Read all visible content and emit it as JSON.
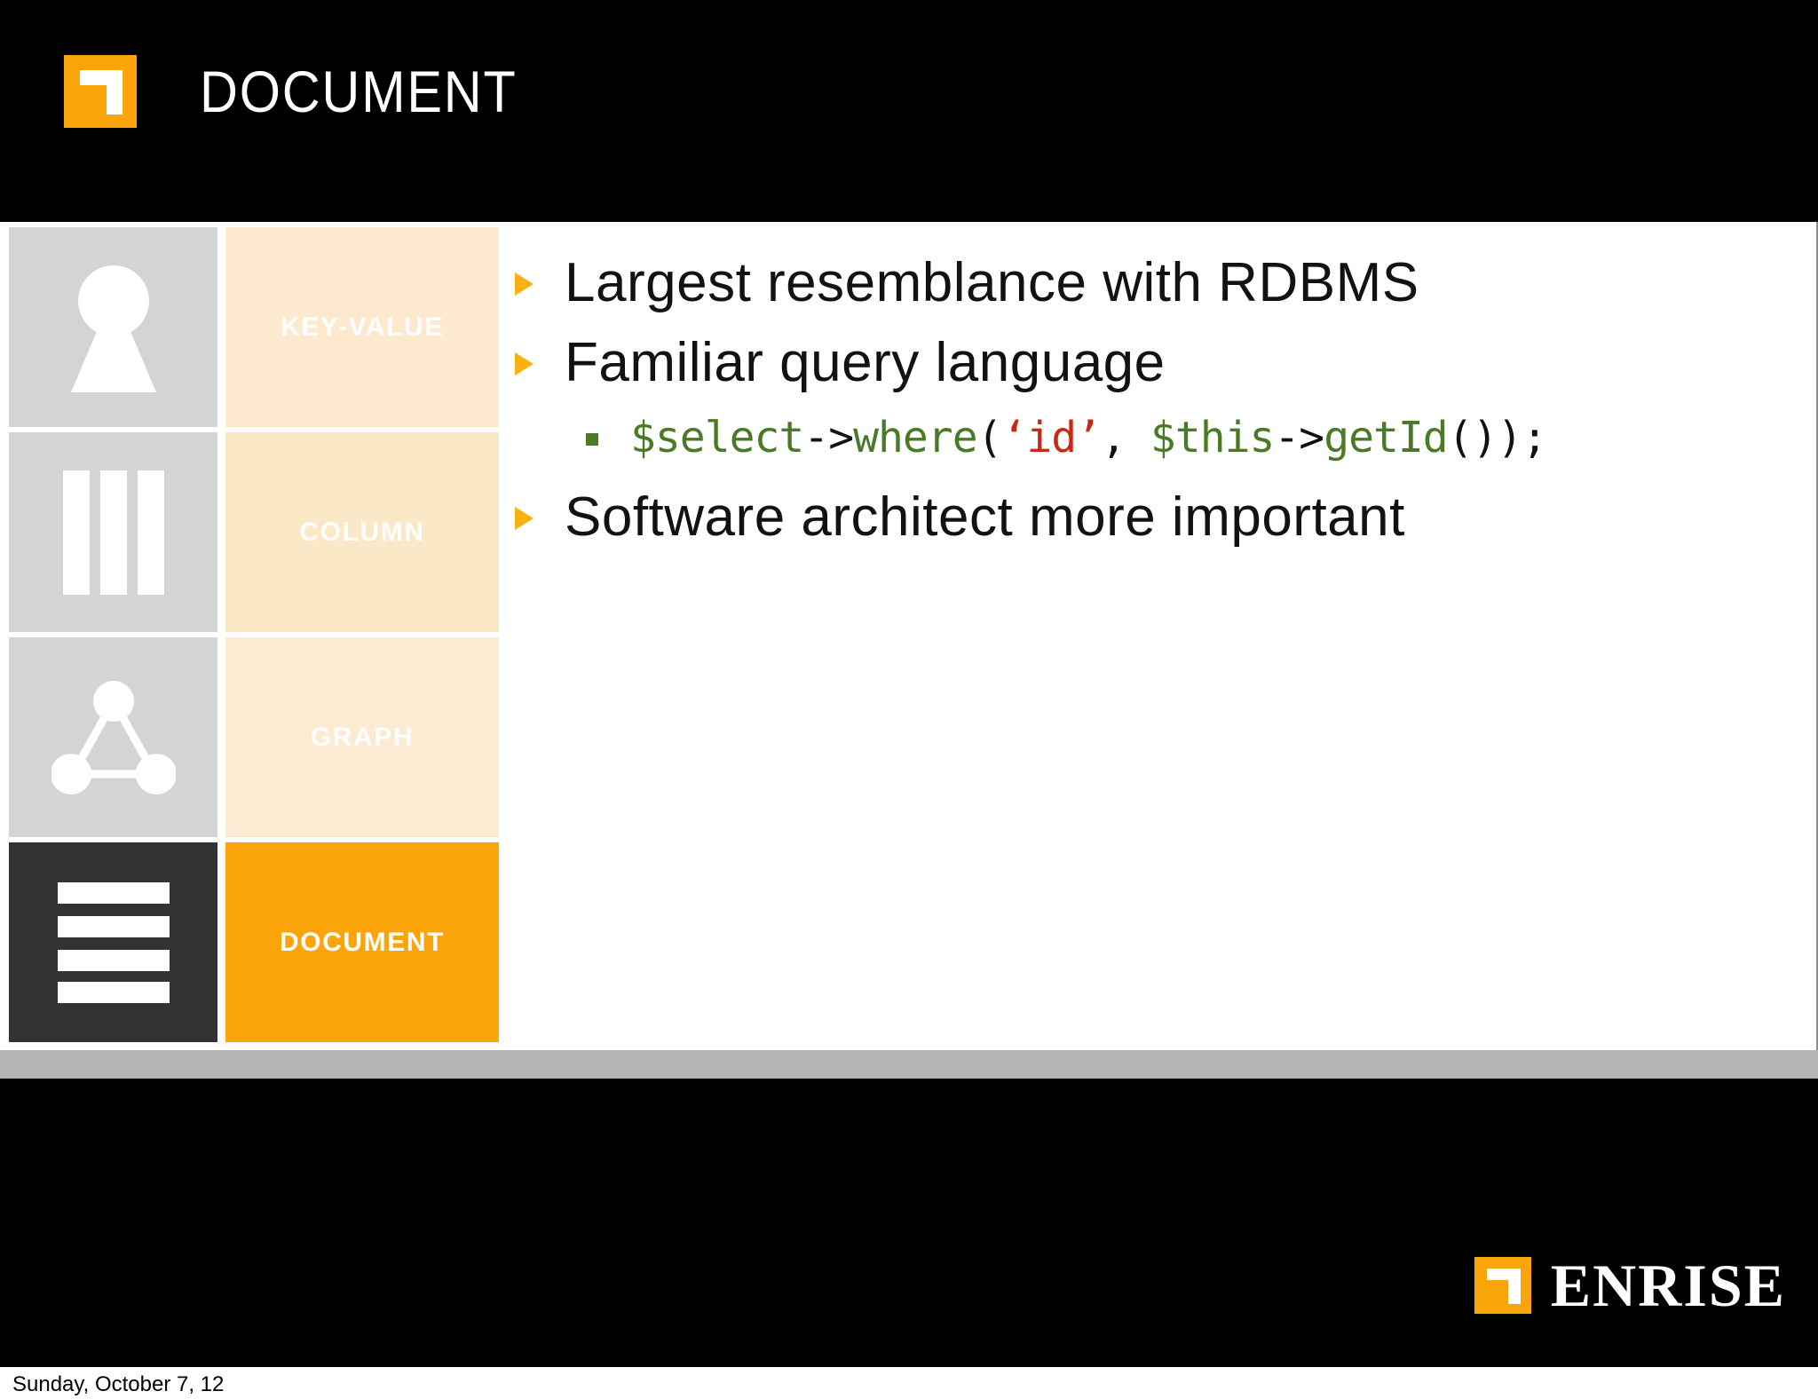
{
  "header": {
    "title": "DOCUMENT",
    "logo_icon": "enrise-corner-mark"
  },
  "nav": {
    "items": [
      {
        "label": "KEY-VALUE",
        "icon": "keyhole-icon",
        "active": false
      },
      {
        "label": "COLUMN",
        "icon": "columns-icon",
        "active": false
      },
      {
        "label": "GRAPH",
        "icon": "graph-nodes-icon",
        "active": false
      },
      {
        "label": "DOCUMENT",
        "icon": "document-lines-icon",
        "active": true
      }
    ]
  },
  "content": {
    "bullets": [
      {
        "text": "Largest resemblance with RDBMS"
      },
      {
        "text": "Familiar query language"
      },
      {
        "text": "Software architect more important"
      }
    ],
    "code_line": {
      "full": "$select->where('id', $this->getId());",
      "tokens": [
        {
          "t": "$select",
          "color": "green"
        },
        {
          "t": "->",
          "color": "black"
        },
        {
          "t": "where",
          "color": "green"
        },
        {
          "t": "(",
          "color": "black"
        },
        {
          "t": "‘id’",
          "color": "red"
        },
        {
          "t": ", ",
          "color": "black"
        },
        {
          "t": "$this",
          "color": "green"
        },
        {
          "t": "->",
          "color": "black"
        },
        {
          "t": "getId",
          "color": "green"
        },
        {
          "t": "());",
          "color": "black"
        }
      ]
    }
  },
  "footer": {
    "brand": "ENRISE",
    "logo_icon": "enrise-corner-mark"
  },
  "caption": {
    "date": "Sunday, October 7, 12"
  },
  "colors": {
    "accent_orange": "#f9a50a",
    "tile_orange": "#fca50b",
    "tile_peach": "#fceacb",
    "tile_gray": "#d4d4d4",
    "tile_dark": "#333333",
    "code_green": "#4b7a26",
    "code_red": "#c62a16",
    "strip_gray": "#b4b4b6"
  }
}
